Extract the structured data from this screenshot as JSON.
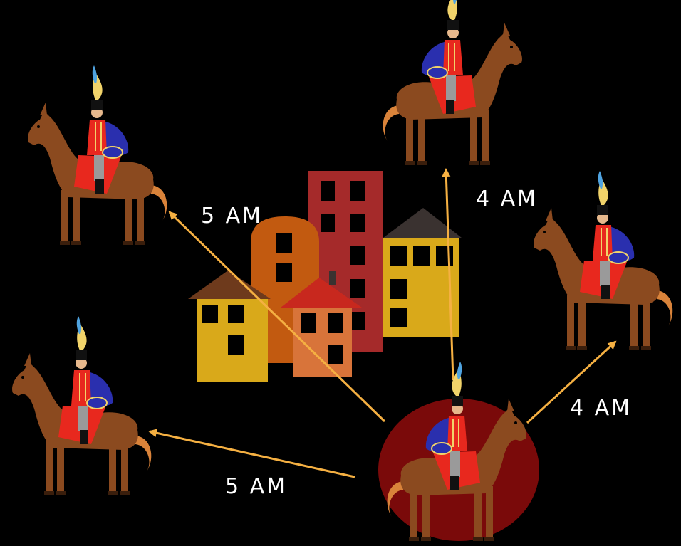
{
  "labels": {
    "rider_north": "4 AM",
    "rider_east": "4 AM",
    "rider_northwest": "5 AM",
    "rider_west": "5 AM"
  },
  "colors": {
    "background": "#000000",
    "arrow": "#f5b042",
    "highlight_circle": "#7a0a0a",
    "horse": "#8b4a1f",
    "horse_tail": "#d9833a",
    "coat_red": "#e8281e",
    "coat_blue": "#2a2fae",
    "building_yellow": "#d9a91a",
    "building_orange": "#c25a10",
    "building_red": "#a52a2a",
    "building_peach": "#d8743a",
    "roof_brown": "#6e3a1c",
    "roof_red": "#c8281e",
    "roof_dark": "#3a3230",
    "window": "#000000"
  },
  "icons": {
    "rider": "horse-rider-icon",
    "town": "town-buildings-icon",
    "arrow": "arrow-icon"
  }
}
